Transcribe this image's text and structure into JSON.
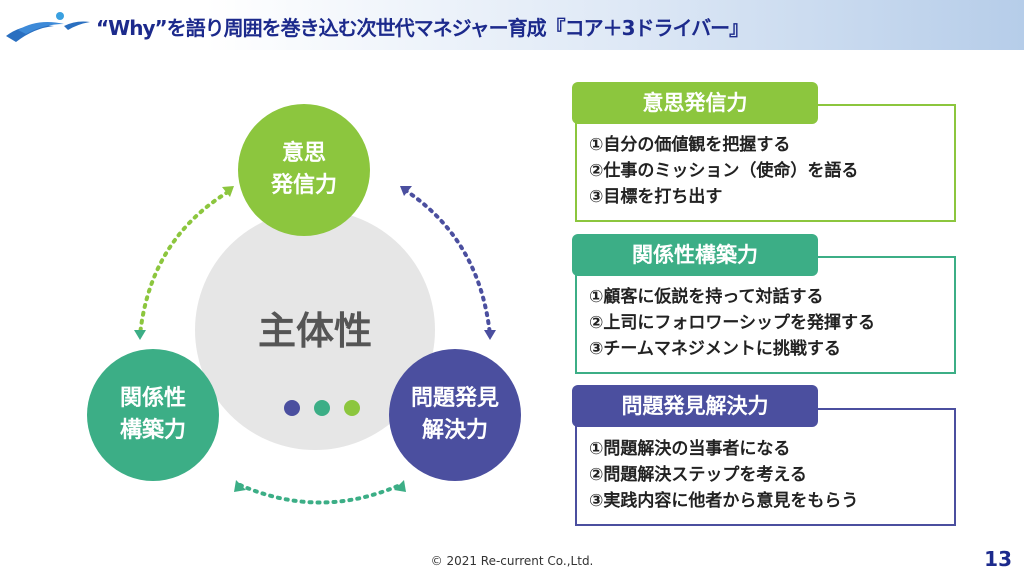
{
  "header": {
    "title": "“Why”を語り周囲を巻き込む次世代マネジャー育成『コア＋3ドライバー』"
  },
  "diagram": {
    "core": "主体性",
    "circles": [
      {
        "line1": "意思",
        "line2": "発信力",
        "color": "#8cc63e"
      },
      {
        "line1": "関係性",
        "line2": "構築力",
        "color": "#3cae86"
      },
      {
        "line1": "問題発見",
        "line2": "解決力",
        "color": "#4b4f9f"
      }
    ]
  },
  "panels": [
    {
      "title": "意思発信力",
      "color": "#8cc63e",
      "items": [
        "①自分の価値観を把握する",
        "②仕事のミッション（使命）を語る",
        "③目標を打ち出す"
      ]
    },
    {
      "title": "関係性構築力",
      "color": "#3cae86",
      "items": [
        "①顧客に仮説を持って対話する",
        "②上司にフォロワーシップを発揮する",
        "③チームマネジメントに挑戦する"
      ]
    },
    {
      "title": "問題発見解決力",
      "color": "#4b4f9f",
      "items": [
        "①問題解決の当事者になる",
        "②問題解決ステップを考える",
        "③実践内容に他者から意見をもらう"
      ]
    }
  ],
  "footer": {
    "copyright": "© 2021 Re-current Co.,Ltd.",
    "page": "13"
  }
}
